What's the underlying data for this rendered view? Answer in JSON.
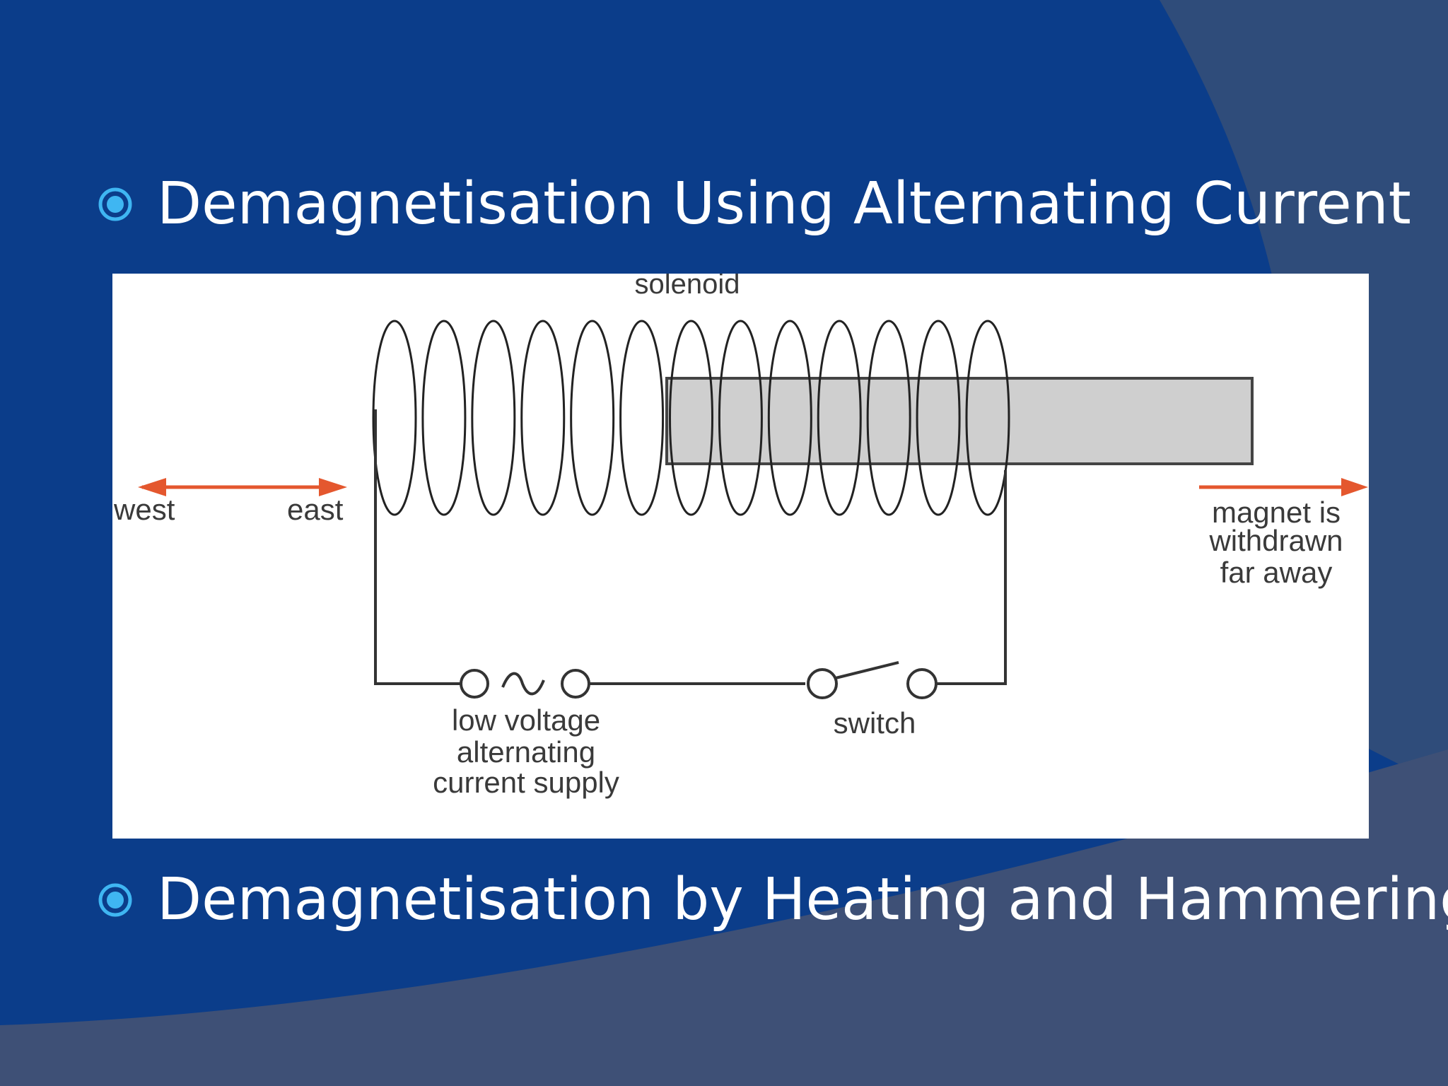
{
  "slide": {
    "bullets": [
      {
        "text": "Demagnetisation Using Alternating Current",
        "icon": "circle-bullet-icon"
      },
      {
        "text": "Demagnetisation by Heating and Hammering",
        "icon": "circle-bullet-icon"
      }
    ],
    "colors": {
      "background": "#0b3d8a",
      "bullet_accent": "#3fb6f2",
      "arrow": "#e4572e",
      "magnet_fill": "#cfcfcf"
    }
  },
  "diagram": {
    "solenoid_label": "solenoid",
    "west_label": "west",
    "east_label": "east",
    "magnet_label_lines": [
      "magnet is",
      "withdrawn",
      "far away"
    ],
    "supply_label_lines": [
      "low voltage",
      "alternating",
      "current supply"
    ],
    "switch_label": "switch"
  }
}
